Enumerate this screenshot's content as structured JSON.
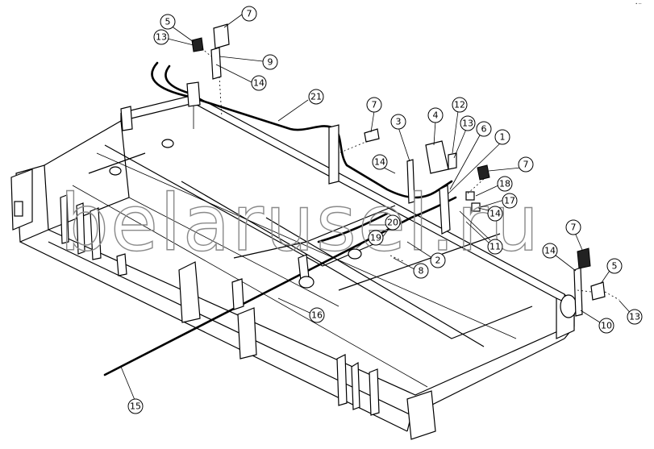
{
  "watermark": "belarusel.ru",
  "corner_mark": "• —",
  "callouts": [
    {
      "label": "5"
    },
    {
      "label": "7"
    },
    {
      "label": "13"
    },
    {
      "label": "9"
    },
    {
      "label": "14"
    },
    {
      "label": "21"
    },
    {
      "label": "7"
    },
    {
      "label": "3"
    },
    {
      "label": "4"
    },
    {
      "label": "12"
    },
    {
      "label": "13"
    },
    {
      "label": "6"
    },
    {
      "label": "1"
    },
    {
      "label": "14"
    },
    {
      "label": "7"
    },
    {
      "label": "18"
    },
    {
      "label": "17"
    },
    {
      "label": "14"
    },
    {
      "label": "11"
    },
    {
      "label": "20"
    },
    {
      "label": "19"
    },
    {
      "label": "2"
    },
    {
      "label": "8"
    },
    {
      "label": "16"
    },
    {
      "label": "15"
    },
    {
      "label": "7"
    },
    {
      "label": "14"
    },
    {
      "label": "5"
    },
    {
      "label": "10"
    },
    {
      "label": "13"
    }
  ]
}
